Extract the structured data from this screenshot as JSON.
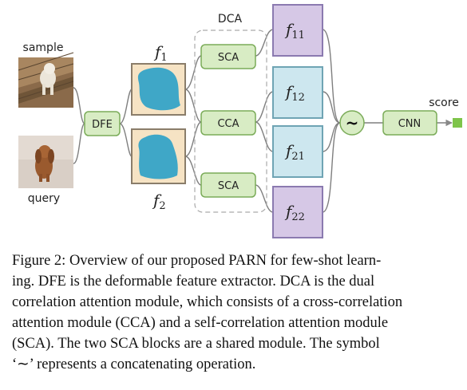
{
  "labels": {
    "sample": "sample",
    "query": "query",
    "dfe": "DFE",
    "dca": "DCA",
    "sca_top": "SCA",
    "cca": "CCA",
    "sca_bottom": "SCA",
    "cnn": "CNN",
    "score": "score",
    "concat_symbol": "~"
  },
  "features": {
    "f1": {
      "base": "f",
      "sub": "1"
    },
    "f2": {
      "base": "f",
      "sub": "2"
    },
    "f11": {
      "base": "f",
      "sub": "11"
    },
    "f12": {
      "base": "f",
      "sub": "12"
    },
    "f21": {
      "base": "f",
      "sub": "21"
    },
    "f22": {
      "base": "f",
      "sub": "22"
    }
  },
  "caption": {
    "line1": "Figure 2:  Overview of our proposed PARN for few-shot learn-",
    "line2": "ing.  DFE is the deformable feature extractor.  DCA is the dual",
    "line3": "correlation attention module, which consists of a cross-correlation",
    "line4": "attention module (CCA) and a self-correlation attention module",
    "line5": "(SCA). The two SCA blocks are a shared module.  The symbol",
    "line6": "‘∼’ represents a concatenating operation."
  },
  "colors": {
    "green_fill": "#d8ecc4",
    "green_stroke": "#7aab58",
    "tan_fill": "#f6e3c4",
    "tan_stroke": "#8a7d6a",
    "teal_blob": "#3fa7c7",
    "purple_fill": "#d6c8e6",
    "purple_stroke": "#8b7ab0",
    "blue_fill": "#cde7ef",
    "blue_stroke": "#6fa4b4",
    "score_green": "#7ec44a"
  }
}
